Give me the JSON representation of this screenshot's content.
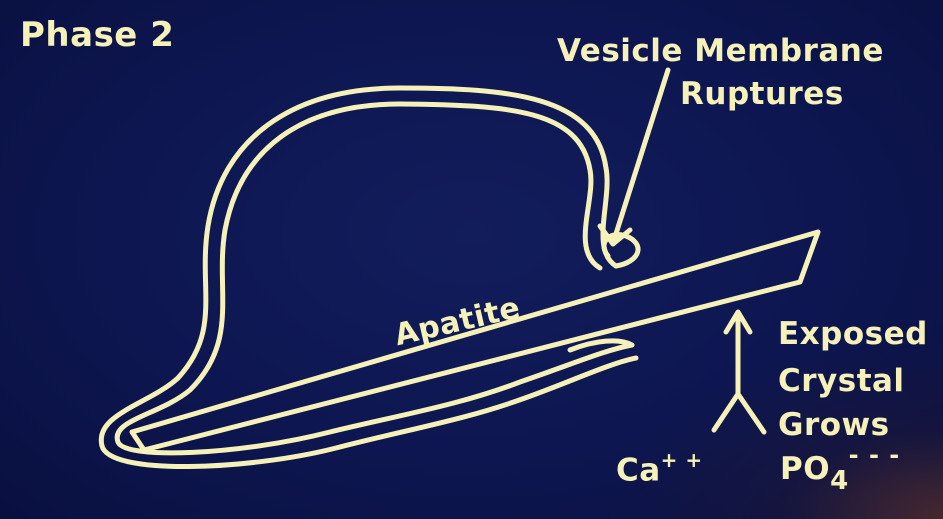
{
  "title": "Phase 2",
  "labels": {
    "rupture_line1": "Vesicle Membrane",
    "rupture_line2": "Ruptures",
    "crystal": "Apatite",
    "exposed_line1": "Exposed",
    "exposed_line2": "Crystal",
    "exposed_line3": "Grows",
    "calcium_base": "Ca",
    "calcium_charge": "+ +",
    "phosphate_base": "PO",
    "phosphate_subscript": "4",
    "phosphate_charge": "- - -"
  },
  "colors": {
    "background": "#0d1546",
    "line": "#f5f1b8"
  }
}
